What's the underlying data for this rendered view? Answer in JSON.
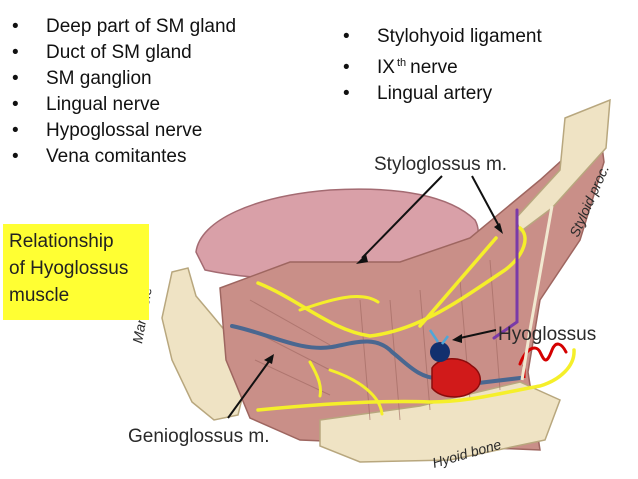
{
  "left_list": [
    {
      "bullet": "•",
      "text": "Deep part of SM gland"
    },
    {
      "bullet": "•",
      "text": "Duct of SM gland"
    },
    {
      "bullet": "•",
      "text": "SM ganglion"
    },
    {
      "bullet": "•",
      "text": "Lingual nerve"
    },
    {
      "bullet": "•",
      "text": "Hypoglossal nerve"
    },
    {
      "bullet": "•",
      "text": "Vena comitantes"
    }
  ],
  "right_list": [
    {
      "bullet": "•",
      "text": "Stylohyoid ligament"
    },
    {
      "bullet": "•",
      "text": "IX",
      "sup": "th",
      "after": "nerve"
    },
    {
      "bullet": "•",
      "text": "Lingual artery"
    }
  ],
  "caption": {
    "line1": "Relationship",
    "line2": "of Hyoglossus",
    "line3": "muscle"
  },
  "labels": {
    "styloglossus": "Styloglossus m.",
    "styloid": "Styloid proc.",
    "hyoglossus": "Hyoglossus",
    "genioglossus": "Genioglossus m.",
    "hyoid": "Hyoid bone",
    "mandible": "Mandible"
  },
  "colors": {
    "nerve": "#f5ef2a",
    "vein": "#4a6790",
    "gland": "#d11a1a",
    "ganglion": "#12306e",
    "glossopharyngeal": "#7a3aa8",
    "artery": "#d40000",
    "muscle": "#c98f88",
    "tongue": "#d9a0a8",
    "bone": "#efe3c4"
  }
}
